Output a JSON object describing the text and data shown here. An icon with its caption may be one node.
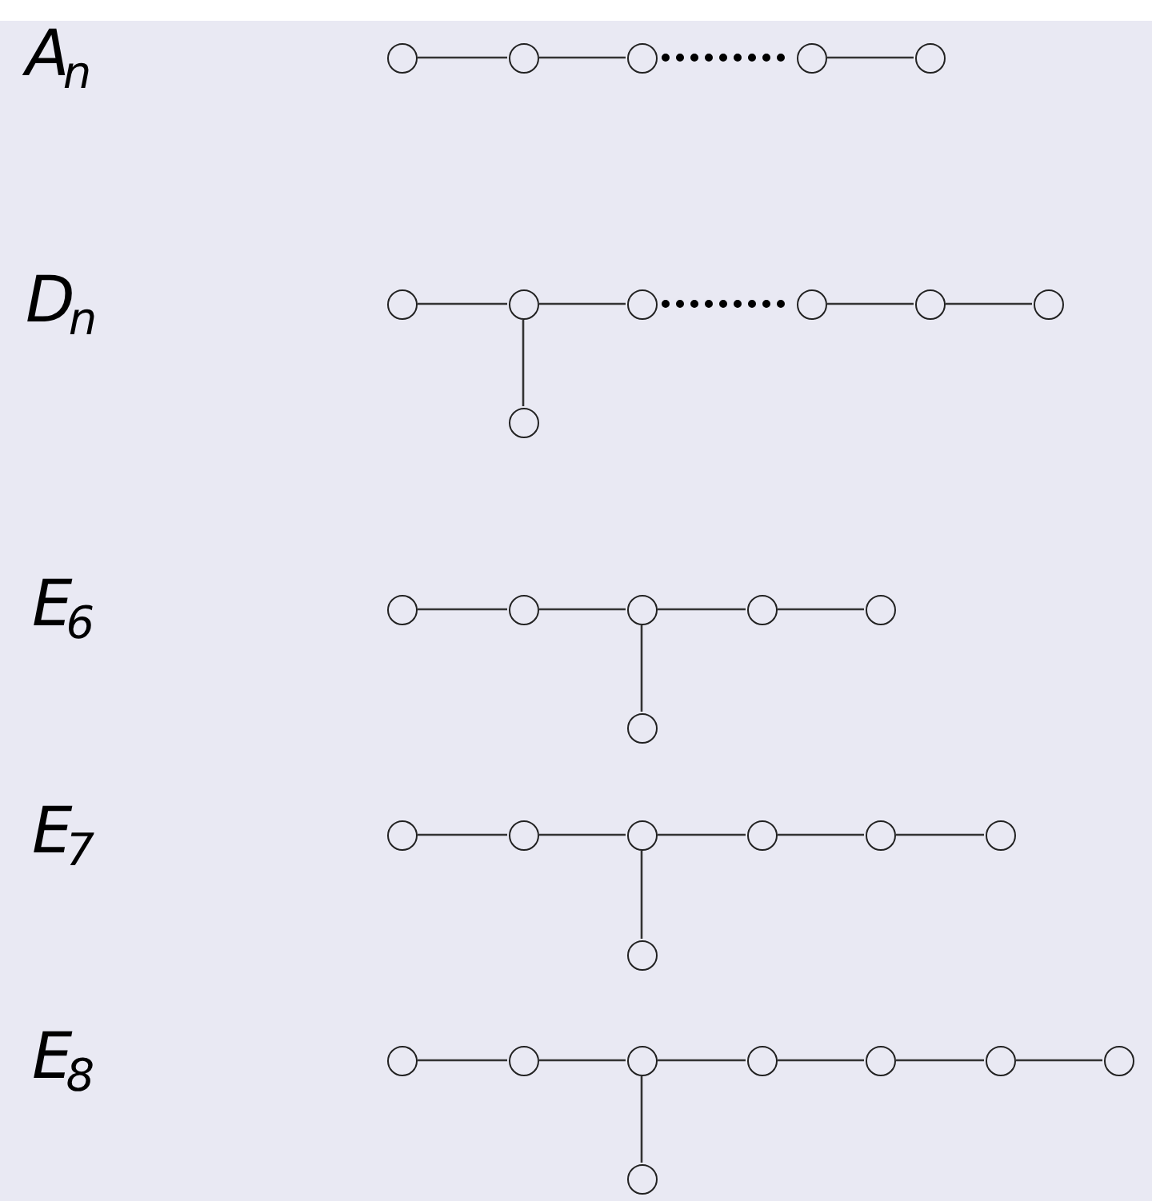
{
  "diagram": {
    "nodes": [
      {
        "text": [],
        "shape": "circle"
      },
      {
        "text": [],
        "shape": "circle"
      },
      {
        "text": [],
        "shape": "circle"
      },
      {
        "text": [],
        "shape": "circle"
      },
      {
        "text": [],
        "shape": "circle"
      },
      {
        "text": [],
        "shape": "circle"
      },
      {
        "text": [],
        "shape": "circle"
      },
      {
        "text": [],
        "shape": "circle"
      },
      {
        "text": [],
        "shape": "circle"
      },
      {
        "text": [],
        "shape": "circle"
      },
      {
        "text": [],
        "shape": "circle"
      },
      {
        "text": [],
        "shape": "circle"
      },
      {
        "text": [],
        "shape": "circle"
      },
      {
        "text": [],
        "shape": "circle"
      },
      {
        "text": [],
        "shape": "circle"
      },
      {
        "text": [],
        "shape": "circle"
      },
      {
        "text": [],
        "shape": "circle"
      },
      {
        "text": [],
        "shape": "circle"
      },
      {
        "text": [],
        "shape": "circle"
      },
      {
        "text": [],
        "shape": "circle"
      },
      {
        "text": [],
        "shape": "circle"
      },
      {
        "text": [],
        "shape": "circle"
      },
      {
        "text": [],
        "shape": "circle"
      },
      {
        "text": [],
        "shape": "circle"
      },
      {
        "text": [],
        "shape": "circle"
      },
      {
        "text": [],
        "shape": "circle"
      },
      {
        "text": [],
        "shape": "circle"
      },
      {
        "text": [],
        "shape": "circle"
      },
      {
        "text": [],
        "shape": "circle"
      },
      {
        "text": [],
        "shape": "circle"
      },
      {
        "text": [],
        "shape": "circle"
      },
      {
        "text": [],
        "shape": "circle"
      },
      {
        "text": [],
        "shape": "circle"
      }
    ],
    "edges": [
      {
        "from": 0,
        "to": 1,
        "arrow": "none"
      },
      {
        "from": 1,
        "to": 2,
        "arrow": "none"
      },
      {
        "from": 2,
        "to": 3,
        "arrow": "none",
        "style": "dashed"
      },
      {
        "from": 3,
        "to": 4,
        "arrow": "none"
      },
      {
        "from": 5,
        "to": 6,
        "arrow": "none"
      },
      {
        "from": 6,
        "to": 7,
        "arrow": "none"
      },
      {
        "from": 7,
        "to": 8,
        "arrow": "none",
        "style": "dashed"
      },
      {
        "from": 8,
        "to": 9,
        "arrow": "none"
      },
      {
        "from": 9,
        "to": 10,
        "arrow": "none"
      },
      {
        "from": 6,
        "to": 11,
        "arrow": "none"
      },
      {
        "from": 12,
        "to": 13,
        "arrow": "none"
      },
      {
        "from": 13,
        "to": 14,
        "arrow": "none"
      },
      {
        "from": 14,
        "to": 15,
        "arrow": "none"
      },
      {
        "from": 15,
        "to": 16,
        "arrow": "none"
      },
      {
        "from": 14,
        "to": 17,
        "arrow": "none"
      },
      {
        "from": 18,
        "to": 19,
        "arrow": "none"
      },
      {
        "from": 19,
        "to": 20,
        "arrow": "none"
      },
      {
        "from": 20,
        "to": 21,
        "arrow": "none"
      },
      {
        "from": 21,
        "to": 22,
        "arrow": "none"
      },
      {
        "from": 22,
        "to": 23,
        "arrow": "none"
      },
      {
        "from": 20,
        "to": 24,
        "arrow": "none"
      },
      {
        "from": 25,
        "to": 26,
        "arrow": "none"
      },
      {
        "from": 26,
        "to": 27,
        "arrow": "none"
      },
      {
        "from": 27,
        "to": 28,
        "arrow": "none"
      },
      {
        "from": 28,
        "to": 29,
        "arrow": "none"
      },
      {
        "from": 29,
        "to": 30,
        "arrow": "none"
      },
      {
        "from": 30,
        "to": 31,
        "arrow": "none"
      },
      {
        "from": 27,
        "to": 32,
        "arrow": "none"
      }
    ],
    "labels": [
      "A$_{n}$",
      "D$_{n}$",
      "E$_{6}$",
      "E$_{7}$",
      "E$_{8}$"
    ]
  }
}
